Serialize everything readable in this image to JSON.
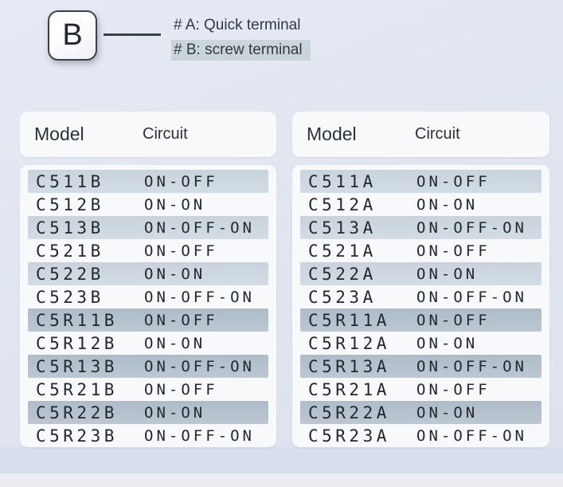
{
  "legend": {
    "key_label": "B",
    "items": [
      {
        "text": "# A: Quick terminal",
        "highlighted": false
      },
      {
        "text": "# B: screw terminal",
        "highlighted": true
      }
    ]
  },
  "tables": [
    {
      "headers": {
        "model": "Model",
        "circuit": "Circuit"
      },
      "rows": [
        {
          "model": "C511B",
          "circuit": "ON-OFF",
          "highlight": "light"
        },
        {
          "model": "C512B",
          "circuit": "ON-ON",
          "highlight": "none"
        },
        {
          "model": "C513B",
          "circuit": "ON-OFF-ON",
          "highlight": "light"
        },
        {
          "model": "C521B",
          "circuit": "ON-OFF",
          "highlight": "none"
        },
        {
          "model": "C522B",
          "circuit": "ON-ON",
          "highlight": "light"
        },
        {
          "model": "C523B",
          "circuit": "ON-OFF-ON",
          "highlight": "none"
        },
        {
          "model": "C5R11B",
          "circuit": "ON-OFF",
          "highlight": "dark"
        },
        {
          "model": "C5R12B",
          "circuit": "ON-ON",
          "highlight": "none"
        },
        {
          "model": "C5R13B",
          "circuit": "ON-OFF-ON",
          "highlight": "dark"
        },
        {
          "model": "C5R21B",
          "circuit": "ON-OFF",
          "highlight": "none"
        },
        {
          "model": "C5R22B",
          "circuit": "ON-ON",
          "highlight": "dark"
        },
        {
          "model": "C5R23B",
          "circuit": "ON-OFF-ON",
          "highlight": "none"
        }
      ]
    },
    {
      "headers": {
        "model": "Model",
        "circuit": "Circuit"
      },
      "rows": [
        {
          "model": "C511A",
          "circuit": "ON-OFF",
          "highlight": "light"
        },
        {
          "model": "C512A",
          "circuit": "ON-ON",
          "highlight": "none"
        },
        {
          "model": "C513A",
          "circuit": "ON-OFF-ON",
          "highlight": "light"
        },
        {
          "model": "C521A",
          "circuit": "ON-OFF",
          "highlight": "none"
        },
        {
          "model": "C522A",
          "circuit": "ON-ON",
          "highlight": "light"
        },
        {
          "model": "C523A",
          "circuit": "ON-OFF-ON",
          "highlight": "none"
        },
        {
          "model": "C5R11A",
          "circuit": "ON-OFF",
          "highlight": "dark"
        },
        {
          "model": "C5R12A",
          "circuit": "ON-ON",
          "highlight": "none"
        },
        {
          "model": "C5R13A",
          "circuit": "ON-OFF-ON",
          "highlight": "dark"
        },
        {
          "model": "C5R21A",
          "circuit": "ON-OFF",
          "highlight": "none"
        },
        {
          "model": "C5R22A",
          "circuit": "ON-ON",
          "highlight": "dark"
        },
        {
          "model": "C5R23A",
          "circuit": "ON-OFF-ON",
          "highlight": "none"
        }
      ]
    }
  ],
  "colors": {
    "page_background": "#e0e5ef",
    "card_background": "#f7f9fb",
    "row_highlight_light": "#ccd6de",
    "row_highlight_dark": "#b6c3d0",
    "legend_highlight": "#cad5db",
    "key_border": "#3b4148",
    "bottom_band_blue": "#d7dfec",
    "bottom_band_gray": "#ecedf0"
  }
}
